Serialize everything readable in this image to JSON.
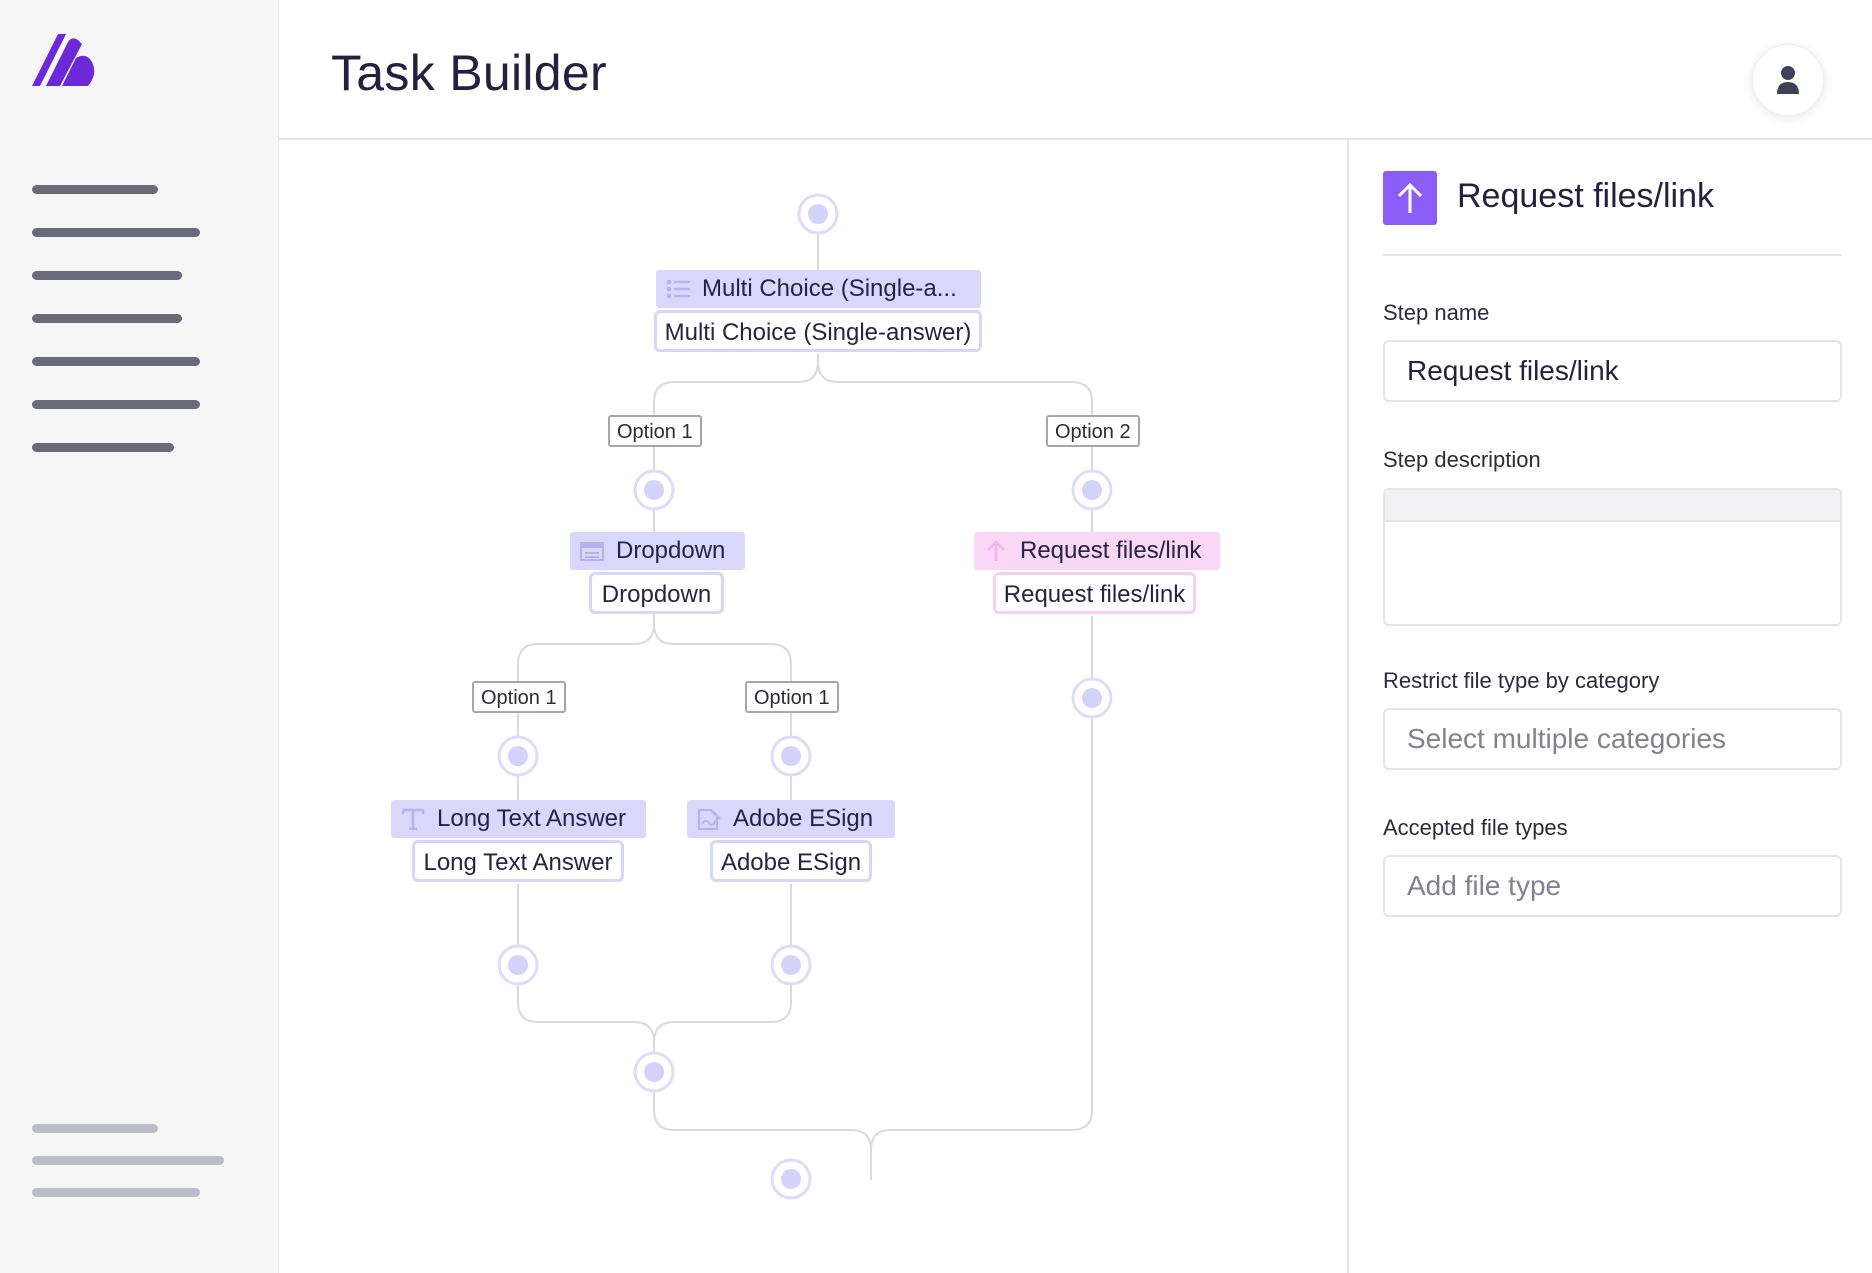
{
  "header": {
    "title": "Task Builder"
  },
  "colors": {
    "brand": "#6d28d9",
    "step_purple": "#d9d8fb",
    "step_pink": "#fad6f7",
    "accent": "#8b5cf6",
    "connector": "#d9d9e0",
    "node_ring": "#dcdcfb",
    "node_fill": "#d4d3fb"
  },
  "sidebar": {
    "logo": "logo-icon",
    "nav_items_count": 7,
    "footer_items_count": 3
  },
  "flow": {
    "steps": {
      "multi_choice": {
        "title": "Multi Choice (Single-a...",
        "card": "Multi Choice (Single-answer)",
        "icon": "list-icon"
      },
      "dropdown": {
        "title": "Dropdown",
        "card": "Dropdown",
        "icon": "dropdown-icon"
      },
      "request_files": {
        "title": "Request files/link",
        "card": "Request files/link",
        "icon": "upload-arrow-icon"
      },
      "long_text": {
        "title": "Long Text Answer",
        "card": "Long Text Answer",
        "icon": "text-icon"
      },
      "adobe_esign": {
        "title": "Adobe ESign",
        "card": "Adobe ESign",
        "icon": "signature-icon"
      }
    },
    "branches": {
      "mc_left": "Option 1",
      "mc_right": "Option 2",
      "dd_left": "Option 1",
      "dd_right": "Option 1"
    }
  },
  "panel": {
    "icon": "upload-arrow-icon",
    "title": "Request files/link",
    "step_name": {
      "label": "Step name",
      "value": "Request files/link"
    },
    "step_description": {
      "label": "Step description",
      "value": ""
    },
    "restrict": {
      "label": "Restrict file type by category",
      "placeholder": "Select multiple categories"
    },
    "accepted": {
      "label": "Accepted file types",
      "placeholder": "Add file type"
    }
  }
}
